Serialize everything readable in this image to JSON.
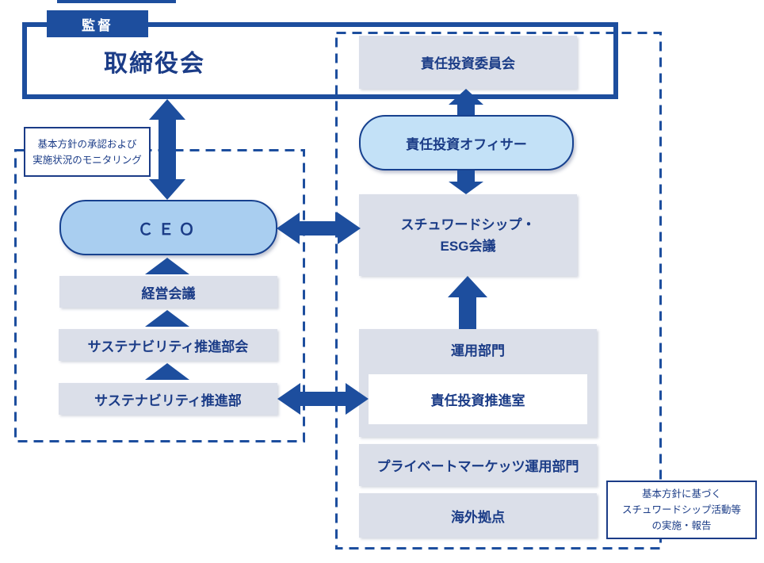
{
  "colors": {
    "navy_accent": "#1D4E9E",
    "text_navy": "#1B3C87",
    "gray_fill": "#DBDFE9",
    "ceo_fill": "#A9CEF0",
    "officer_fill": "#C3E1F7"
  },
  "nodes": {
    "supervision_tab": "監督",
    "board": "取締役会",
    "approval_note": [
      "基本方針の承認および",
      "実施状況のモニタリング"
    ],
    "ceo": "ＣＥＯ",
    "management_meeting": "経営会議",
    "sustainability_subcommittee": "サステナビリティ推進部会",
    "sustainability_department": "サステナビリティ推進部",
    "responsible_investment_committee": "責任投資委員会",
    "responsible_investment_officer": "責任投資オフィサー",
    "stewardship_esg_meeting": [
      "スチュワードシップ・",
      "ESG会議"
    ],
    "investment_division": "運用部門",
    "responsible_investment_office": "責任投資推進室",
    "private_markets_division": "プライベートマーケッツ運用部門",
    "overseas_offices": "海外拠点",
    "implementation_note": [
      "基本方針に基づく",
      "スチュワードシップ活動等",
      "の実施・報告"
    ]
  }
}
